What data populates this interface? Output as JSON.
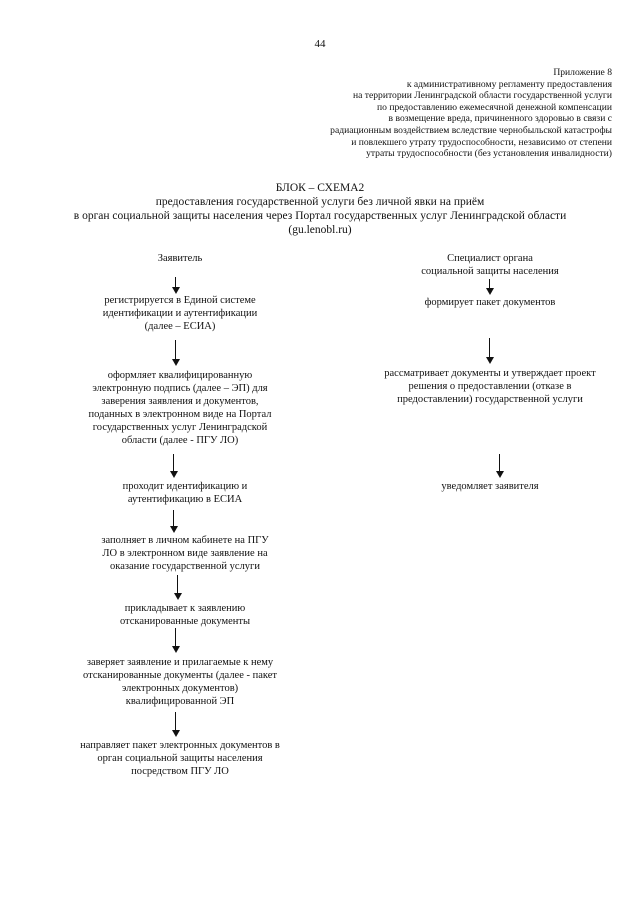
{
  "page_number": "44",
  "appendix": {
    "lines": [
      "Приложение 8",
      "к административному регламенту предоставления",
      "на территории Ленинградской области государственной услуги",
      "по предоставлению ежемесячной денежной компенсации",
      "в возмещение вреда, причиненного здоровью в связи с",
      "радиационным воздействием вследствие чернобыльской катастрофы",
      "и повлекшего утрату трудоспособности, независимо от степени",
      "утраты трудоспособности (без установления инвалидности)"
    ]
  },
  "block": {
    "title": "БЛОК – СХЕМА2",
    "lines": [
      "предоставления государственной услуги без личной явки на приём",
      "в орган социальной защиты населения через Портал государственных услуг Ленинградской области",
      "(gu.lenobl.ru)"
    ]
  },
  "applicant": {
    "heading": "Заявитель",
    "steps": [
      {
        "lines": [
          "регистрируется в Единой системе",
          "идентификации и аутентификации",
          "(далее – ЕСИА)"
        ]
      },
      {
        "lines": [
          "оформляет квалифицированную",
          "электронную подпись (далее – ЭП) для",
          "заверения заявления и документов,",
          "поданных в электронном виде на Портал",
          "государственных услуг Ленинградской",
          "области (далее - ПГУ ЛО)"
        ]
      },
      {
        "lines": [
          "проходит идентификацию и",
          "аутентификацию в ЕСИА"
        ]
      },
      {
        "lines": [
          "заполняет в личном кабинете на ПГУ",
          "ЛО в электронном виде заявление на",
          "оказание государственной услуги"
        ]
      },
      {
        "lines": [
          "прикладывает к заявлению",
          "отсканированные документы"
        ]
      },
      {
        "lines": [
          "заверяет заявление и прилагаемые к нему",
          "отсканированные документы (далее - пакет",
          "электронных документов)",
          "квалифицированной ЭП"
        ]
      },
      {
        "lines": [
          "направляет пакет электронных документов в",
          "орган социальной защиты населения",
          "посредством ПГУ ЛО"
        ]
      }
    ]
  },
  "specialist": {
    "heading_lines": [
      "Специалист органа",
      "социальной защиты населения"
    ],
    "steps": [
      {
        "lines": [
          "формирует пакет документов"
        ]
      },
      {
        "lines": [
          "рассматривает документы и утверждает проект",
          "решения о предоставлении (отказе в",
          "предоставлении) государственной услуги"
        ]
      },
      {
        "lines": [
          "уведомляет заявителя"
        ]
      }
    ]
  }
}
